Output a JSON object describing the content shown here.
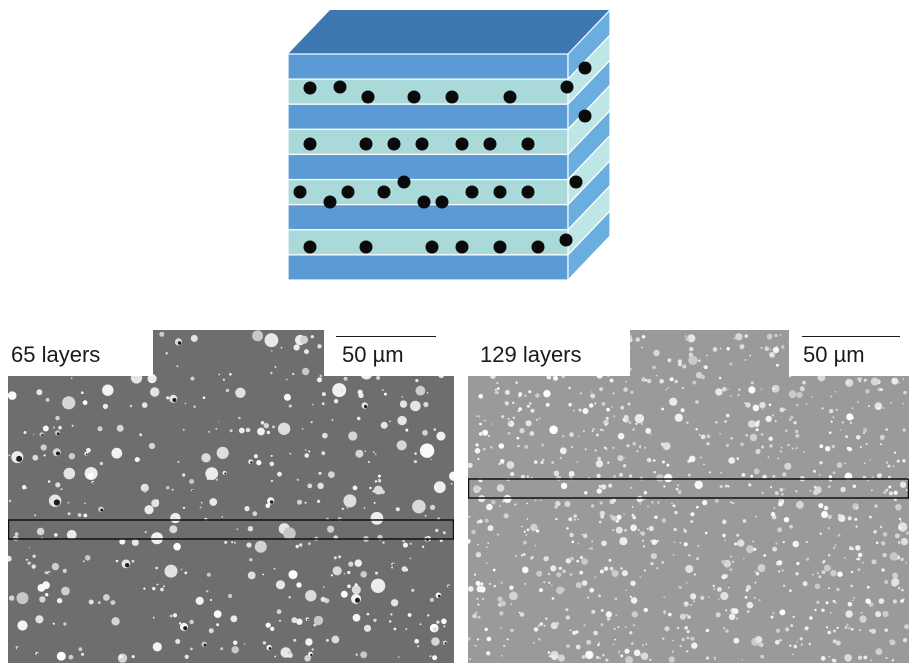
{
  "panels": [
    {
      "id": "panel-65",
      "label": "65 layers",
      "scale_label": "50 µm",
      "background": "#6e6e6e",
      "particle_color": "#f2f2f2"
    },
    {
      "id": "panel-129",
      "label": "129 layers",
      "scale_label": "50 µm",
      "background": "#9a9a9a",
      "particle_color": "#e8e8e8"
    }
  ],
  "colors": {
    "layer_blue": "#5b9bd5",
    "layer_teal": "#a9d9d9",
    "cube_top": "#3d78b0",
    "cube_side_blue": "#6aaee0",
    "cube_side_teal": "#bfe6e6",
    "particle": "#0a0a0a"
  }
}
